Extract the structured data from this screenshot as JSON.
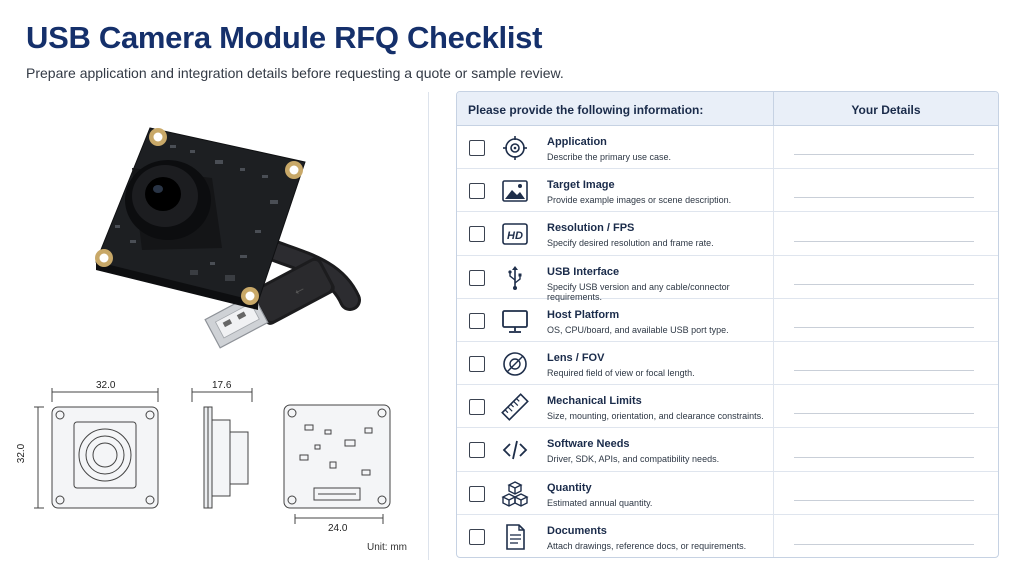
{
  "header": {
    "title": "USB Camera Module RFQ Checklist",
    "subtitle": "Prepare application and integration details before requesting a quote or sample review."
  },
  "drawing": {
    "width_label": "32.0",
    "height_label": "32.0",
    "depth_label": "17.6",
    "back_width_label": "24.0",
    "unit_label": "Unit: mm"
  },
  "table": {
    "col_left": "Please provide the following information:",
    "col_right": "Your Details",
    "rows": [
      {
        "icon": "target-icon",
        "title": "Application",
        "desc": "Describe the primary use case."
      },
      {
        "icon": "image-icon",
        "title": "Target Image",
        "desc": "Provide example images or scene description."
      },
      {
        "icon": "hd-icon",
        "title": "Resolution / FPS",
        "desc": "Specify desired resolution and frame rate."
      },
      {
        "icon": "usb-icon",
        "title": "USB Interface",
        "desc": "Specify USB version and any cable/connector requirements."
      },
      {
        "icon": "monitor-icon",
        "title": "Host Platform",
        "desc": "OS, CPU/board, and available USB port type."
      },
      {
        "icon": "lens-icon",
        "title": "Lens / FOV",
        "desc": "Required field of view or focal length."
      },
      {
        "icon": "ruler-icon",
        "title": "Mechanical Limits",
        "desc": "Size, mounting, orientation, and clearance constraints."
      },
      {
        "icon": "code-icon",
        "title": "Software Needs",
        "desc": "Driver, SDK, APIs, and compatibility needs."
      },
      {
        "icon": "boxes-icon",
        "title": "Quantity",
        "desc": "Estimated annual quantity."
      },
      {
        "icon": "document-icon",
        "title": "Documents",
        "desc": "Attach drawings, reference docs, or requirements."
      }
    ]
  }
}
